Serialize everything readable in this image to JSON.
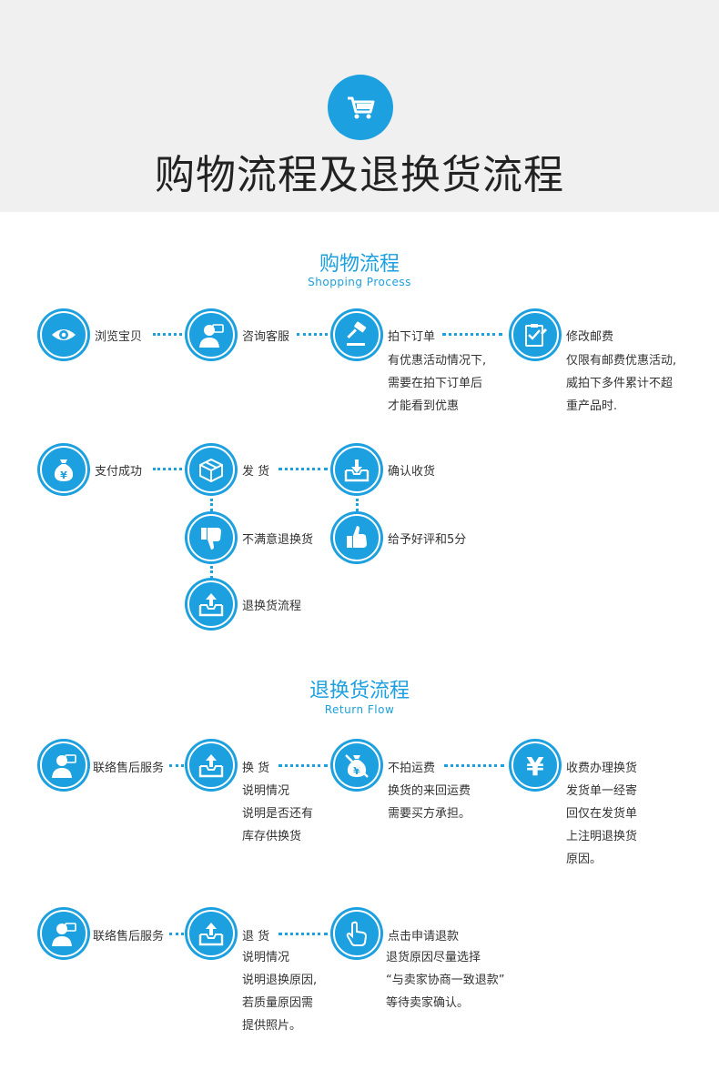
{
  "header": {
    "title": "购物流程及退换货流程",
    "icon": "shopping-cart-icon",
    "accent": "#1ca0df"
  },
  "shopping": {
    "title": "购物流程",
    "subtitle": "Shopping   Process",
    "steps": {
      "browse": {
        "label": "浏览宝贝",
        "icon": "eye-icon"
      },
      "consult": {
        "label": "咨询客服",
        "icon": "customer-service-icon"
      },
      "order": {
        "label": "拍下订单",
        "icon": "gavel-icon",
        "desc": [
          "有优惠活动情况下,",
          "需要在拍下订单后",
          "才能看到优惠"
        ]
      },
      "postage": {
        "label": "修改邮费",
        "icon": "clipboard-check-icon",
        "desc": [
          "仅限有邮费优惠活动,",
          "威拍下多件累计不超",
          "重产品时."
        ]
      },
      "pay": {
        "label": "支付成功",
        "icon": "money-bag-icon"
      },
      "ship": {
        "label": "发  货",
        "icon": "package-icon"
      },
      "confirm": {
        "label": "确认收货",
        "icon": "inbox-download-icon"
      },
      "unsatisfied": {
        "label": "不满意退换货",
        "icon": "thumbs-down-icon"
      },
      "rate": {
        "label": "给予好评和5分",
        "icon": "thumbs-up-icon"
      },
      "return_flow": {
        "label": "退换货流程",
        "icon": "inbox-upload-icon"
      }
    }
  },
  "returns": {
    "title": "退换货流程",
    "subtitle": "Return    Flow",
    "row1": {
      "contact": {
        "label": "联络售后服务",
        "icon": "customer-service-icon"
      },
      "exchange": {
        "label": "换  货",
        "icon": "inbox-upload-icon",
        "desc": [
          "说明情况",
          "说明是否还有",
          "库存供换货"
        ]
      },
      "no_shipping": {
        "label": "不拍运费",
        "icon": "no-money-icon",
        "desc": [
          "换货的来回运费",
          "需要买方承担。"
        ]
      },
      "fee": {
        "label": "收费办理换货",
        "icon": "yen-icon",
        "desc": [
          "发货单一经寄",
          "回仅在发货单",
          "上注明退换货",
          "原因。"
        ]
      }
    },
    "row2": {
      "contact": {
        "label": "联络售后服务",
        "icon": "customer-service-icon"
      },
      "refund": {
        "label": "退  货",
        "icon": "inbox-upload-icon",
        "desc": [
          "说明情况",
          "说明退换原因,",
          "若质量原因需",
          "提供照片。"
        ]
      },
      "apply": {
        "label": "点击申请退款",
        "icon": "hand-pointer-icon",
        "desc": [
          "退货原因尽量选择",
          "“与卖家协商一致退款”",
          "等待卖家确认。"
        ]
      }
    }
  }
}
